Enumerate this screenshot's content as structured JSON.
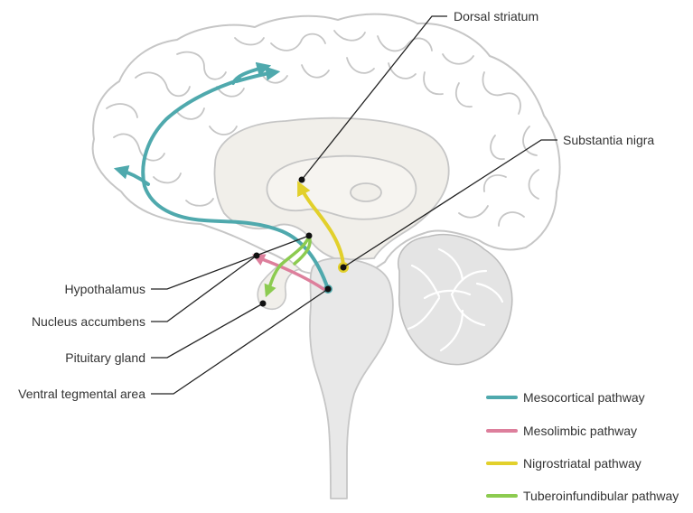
{
  "labels": {
    "dorsal_striatum": "Dorsal striatum",
    "substantia_nigra": "Substantia nigra",
    "hypothalamus": "Hypothalamus",
    "nucleus_accumbens": "Nucleus accumbens",
    "pituitary_gland": "Pituitary gland",
    "ventral_tegmental_area": "Ventral tegmental area"
  },
  "legend": [
    {
      "label": "Mesocortical pathway",
      "color": "#4fa9ad"
    },
    {
      "label": "Mesolimbic pathway",
      "color": "#dd7f9c"
    },
    {
      "label": "Nigrostriatal pathway",
      "color": "#e2d02b"
    },
    {
      "label": "Tuberoinfundibular pathway",
      "color": "#8ccb50"
    }
  ],
  "colors": {
    "outline": "#c6c6c6",
    "brain_fill": "#ffffff",
    "inner_fill": "#f1efea",
    "stem_fill": "#e8e8e8",
    "cerebellum_fill": "#e4e4e4",
    "leader_line": "#222222"
  }
}
